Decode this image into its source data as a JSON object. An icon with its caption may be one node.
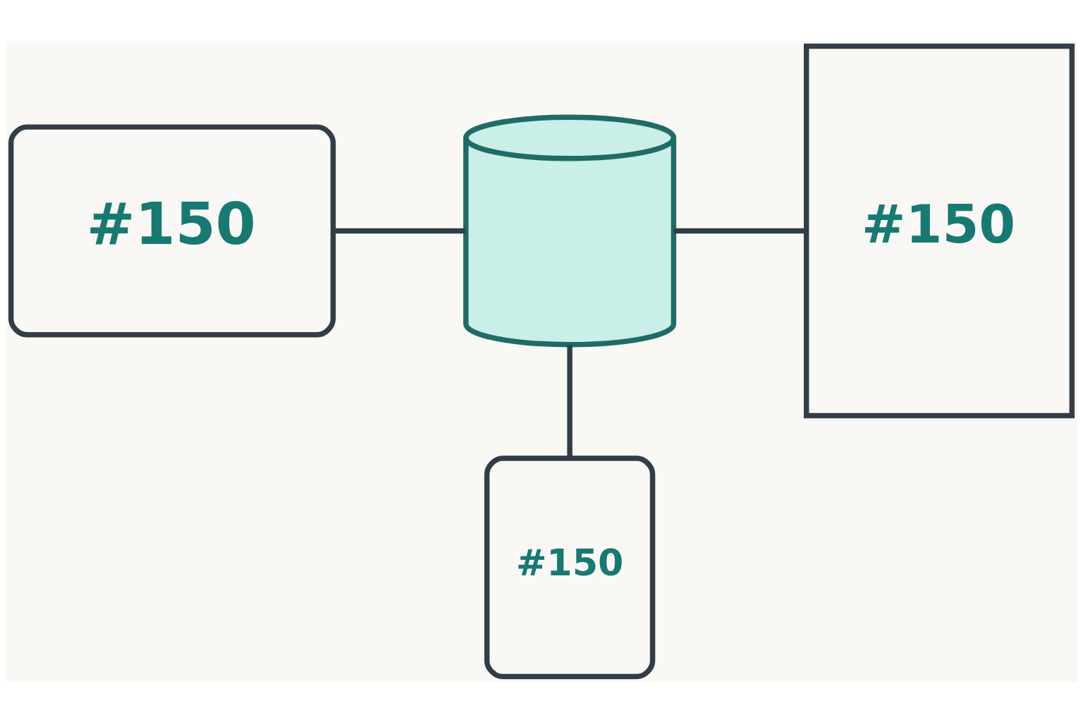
{
  "diagram": {
    "nodes": [
      {
        "text": [
          "#150"
        ]
      },
      {
        "text": [],
        "shape": "cylinder"
      },
      {
        "text": [
          "#150"
        ]
      },
      {
        "text": [
          "#150"
        ]
      }
    ],
    "edges": [
      {
        "from": 0,
        "to": 1,
        "arrow": "none"
      },
      {
        "from": 1,
        "to": 2,
        "arrow": "none"
      },
      {
        "from": 1,
        "to": 3,
        "arrow": "none"
      }
    ]
  }
}
